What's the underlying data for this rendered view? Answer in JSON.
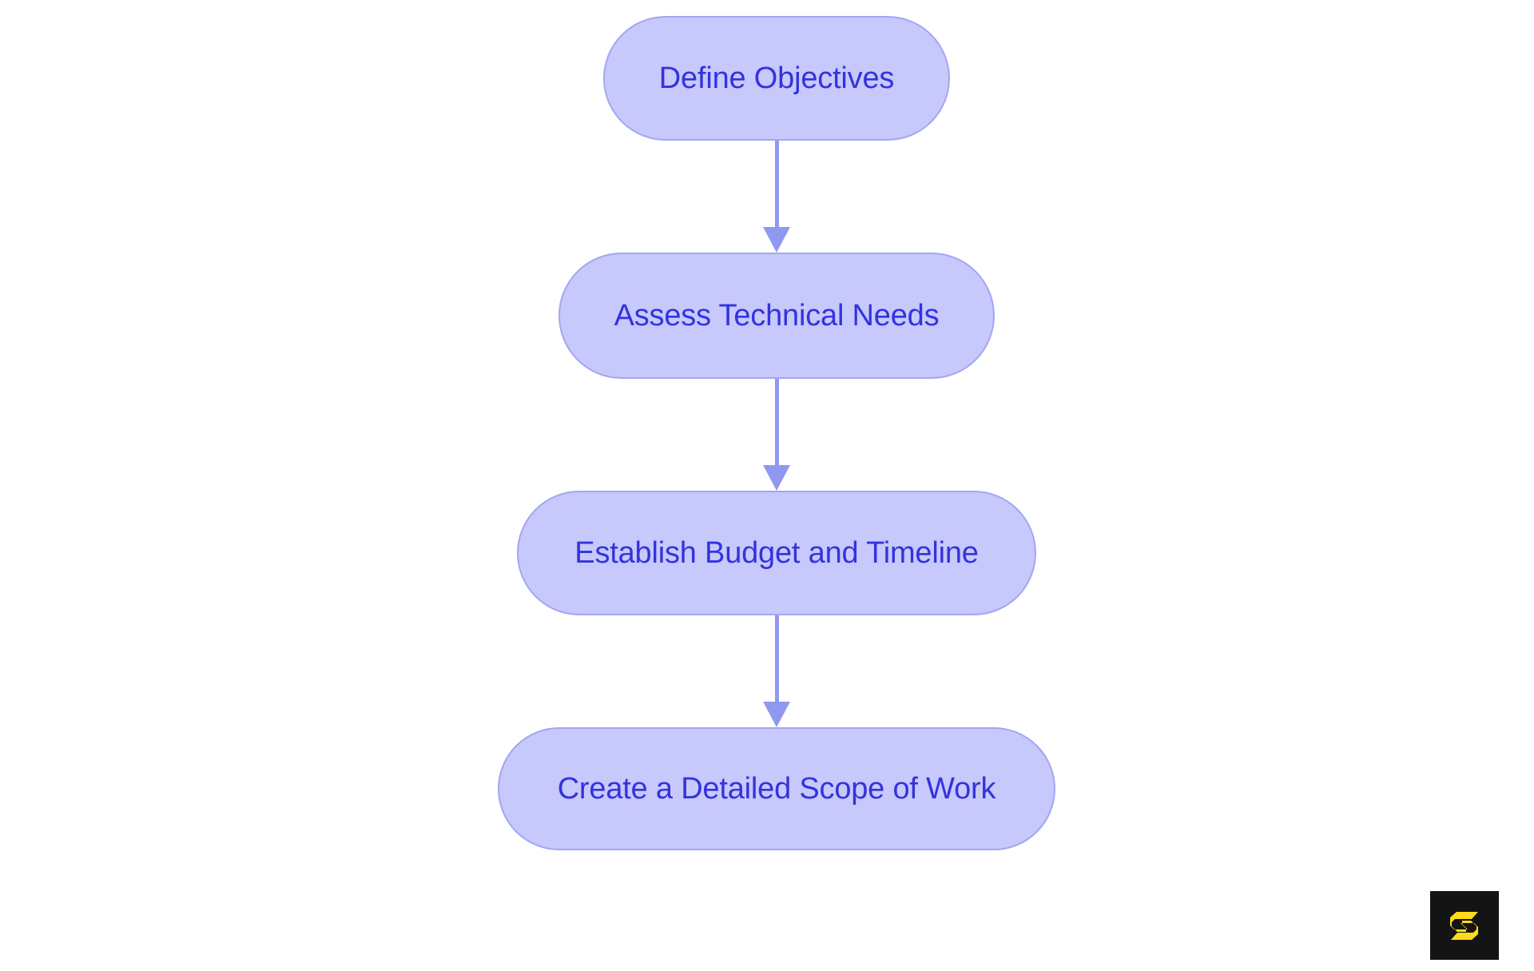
{
  "diagram": {
    "type": "flowchart",
    "orientation": "vertical",
    "background_color": "#ffffff",
    "node_fill_color": "#c7c8fb",
    "node_border_color": "#a3a6f2",
    "node_text_color": "#3333dd",
    "connector_color": "#9099f0",
    "nodes": [
      {
        "id": "define-objectives",
        "label": "Define Objectives"
      },
      {
        "id": "assess-technical-needs",
        "label": "Assess Technical Needs"
      },
      {
        "id": "establish-budget-and-timeline",
        "label": "Establish Budget and Timeline"
      },
      {
        "id": "create-a-detailed-scope-of-work",
        "label": "Create a Detailed Scope of Work"
      }
    ],
    "edges": [
      {
        "from": "define-objectives",
        "to": "assess-technical-needs",
        "arrow": "down"
      },
      {
        "from": "assess-technical-needs",
        "to": "establish-budget-and-timeline",
        "arrow": "down"
      },
      {
        "from": "establish-budget-and-timeline",
        "to": "create-a-detailed-scope-of-work",
        "arrow": "down"
      }
    ]
  },
  "watermark": {
    "name": "scribe-logo",
    "letter": "S",
    "background_color": "#141414",
    "mark_color": "#fada1a"
  }
}
